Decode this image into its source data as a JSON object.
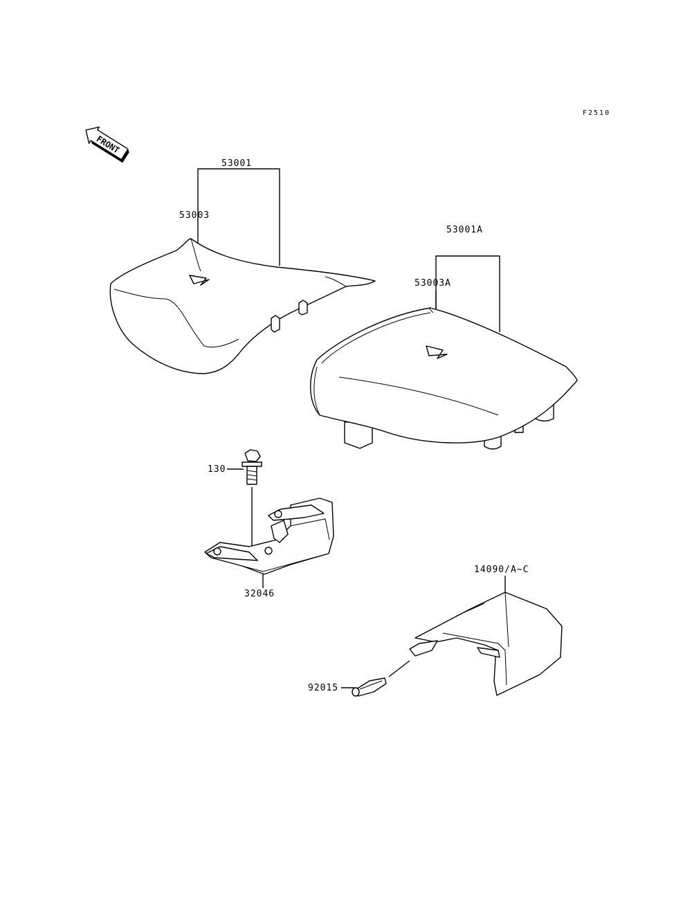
{
  "figure_ref": "F2510",
  "front_label": "FRONT",
  "parts": {
    "front_seat": "53001",
    "front_seat_cover": "53003",
    "rear_seat": "53001A",
    "rear_seat_cover": "53003A",
    "bolt": "130",
    "bracket": "32046",
    "rear_cover": "14090/A~C",
    "clip": "92015"
  }
}
